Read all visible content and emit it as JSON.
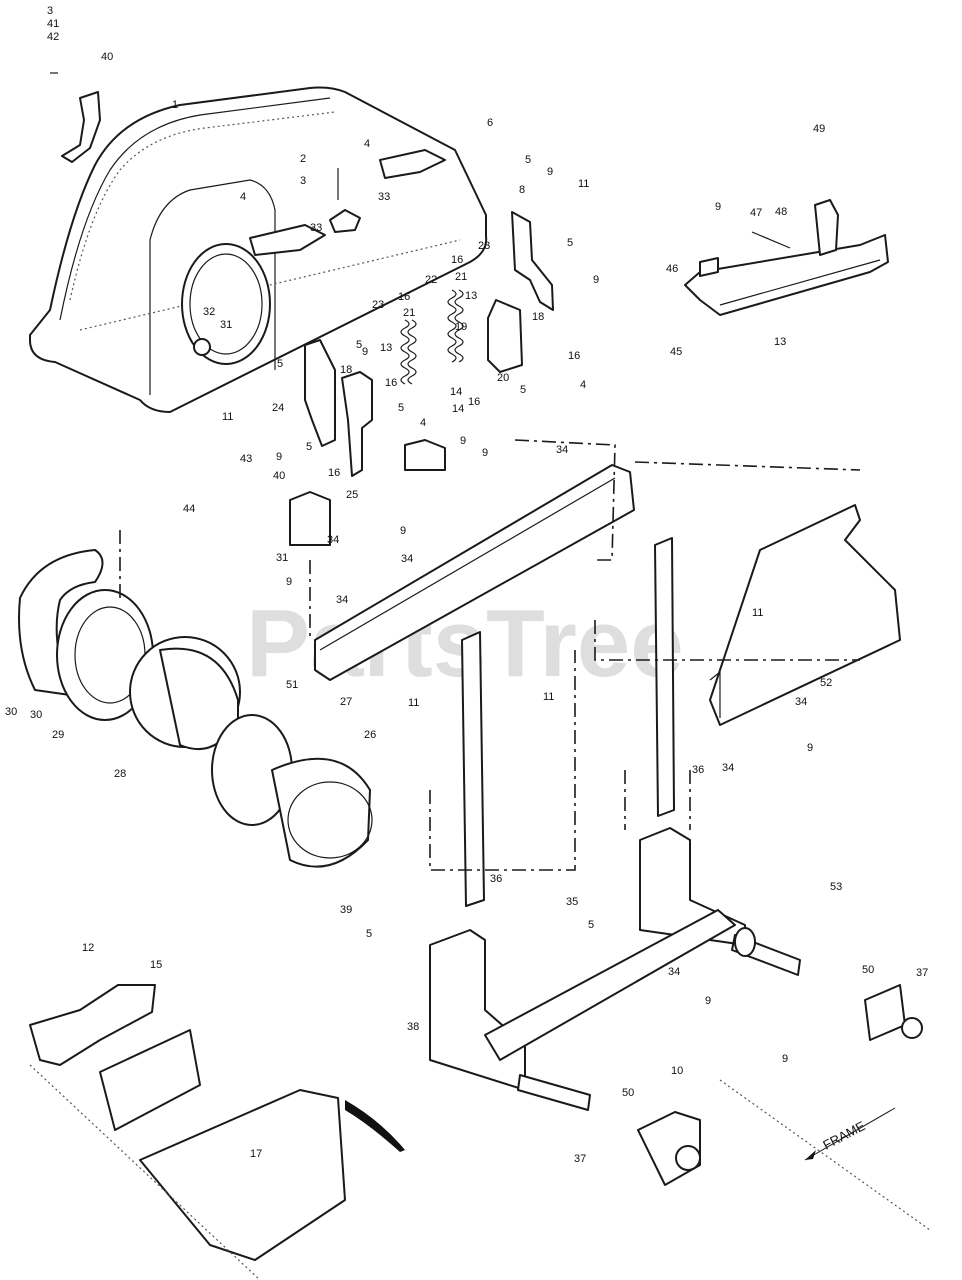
{
  "watermark": "PartsTree",
  "frame_label": "FRAME",
  "callouts": [
    {
      "label": "3"
    },
    {
      "label": "41"
    },
    {
      "label": "42"
    },
    {
      "label": "40"
    },
    {
      "label": "1"
    },
    {
      "label": "6"
    },
    {
      "label": "2"
    },
    {
      "label": "3"
    },
    {
      "label": "4"
    },
    {
      "label": "4"
    },
    {
      "label": "33"
    },
    {
      "label": "33"
    },
    {
      "label": "32"
    },
    {
      "label": "31"
    },
    {
      "label": "5"
    },
    {
      "label": "9"
    },
    {
      "label": "11"
    },
    {
      "label": "8"
    },
    {
      "label": "5"
    },
    {
      "label": "9"
    },
    {
      "label": "23"
    },
    {
      "label": "16"
    },
    {
      "label": "21"
    },
    {
      "label": "22"
    },
    {
      "label": "18"
    },
    {
      "label": "13"
    },
    {
      "label": "16"
    },
    {
      "label": "20"
    },
    {
      "label": "5"
    },
    {
      "label": "4"
    },
    {
      "label": "19"
    },
    {
      "label": "14"
    },
    {
      "label": "16"
    },
    {
      "label": "14"
    },
    {
      "label": "23"
    },
    {
      "label": "16"
    },
    {
      "label": "21"
    },
    {
      "label": "5"
    },
    {
      "label": "9"
    },
    {
      "label": "13"
    },
    {
      "label": "18"
    },
    {
      "label": "16"
    },
    {
      "label": "5"
    },
    {
      "label": "5"
    },
    {
      "label": "11"
    },
    {
      "label": "24"
    },
    {
      "label": "9"
    },
    {
      "label": "5"
    },
    {
      "label": "16"
    },
    {
      "label": "25"
    },
    {
      "label": "4"
    },
    {
      "label": "9"
    },
    {
      "label": "9"
    },
    {
      "label": "34"
    },
    {
      "label": "43"
    },
    {
      "label": "40"
    },
    {
      "label": "44"
    },
    {
      "label": "9"
    },
    {
      "label": "46"
    },
    {
      "label": "47"
    },
    {
      "label": "48"
    },
    {
      "label": "49"
    },
    {
      "label": "45"
    },
    {
      "label": "13"
    },
    {
      "label": "31"
    },
    {
      "label": "34"
    },
    {
      "label": "9"
    },
    {
      "label": "34"
    },
    {
      "label": "9"
    },
    {
      "label": "34"
    },
    {
      "label": "11"
    },
    {
      "label": "52"
    },
    {
      "label": "51"
    },
    {
      "label": "11"
    },
    {
      "label": "34"
    },
    {
      "label": "9"
    },
    {
      "label": "34"
    },
    {
      "label": "30"
    },
    {
      "label": "30"
    },
    {
      "label": "29"
    },
    {
      "label": "28"
    },
    {
      "label": "27"
    },
    {
      "label": "26"
    },
    {
      "label": "11"
    },
    {
      "label": "36"
    },
    {
      "label": "36"
    },
    {
      "label": "39"
    },
    {
      "label": "5"
    },
    {
      "label": "35"
    },
    {
      "label": "5"
    },
    {
      "label": "53"
    },
    {
      "label": "38"
    },
    {
      "label": "34"
    },
    {
      "label": "9"
    },
    {
      "label": "37"
    },
    {
      "label": "50"
    },
    {
      "label": "9"
    },
    {
      "label": "12"
    },
    {
      "label": "15"
    },
    {
      "label": "10"
    },
    {
      "label": "50"
    },
    {
      "label": "37"
    },
    {
      "label": "17"
    }
  ]
}
